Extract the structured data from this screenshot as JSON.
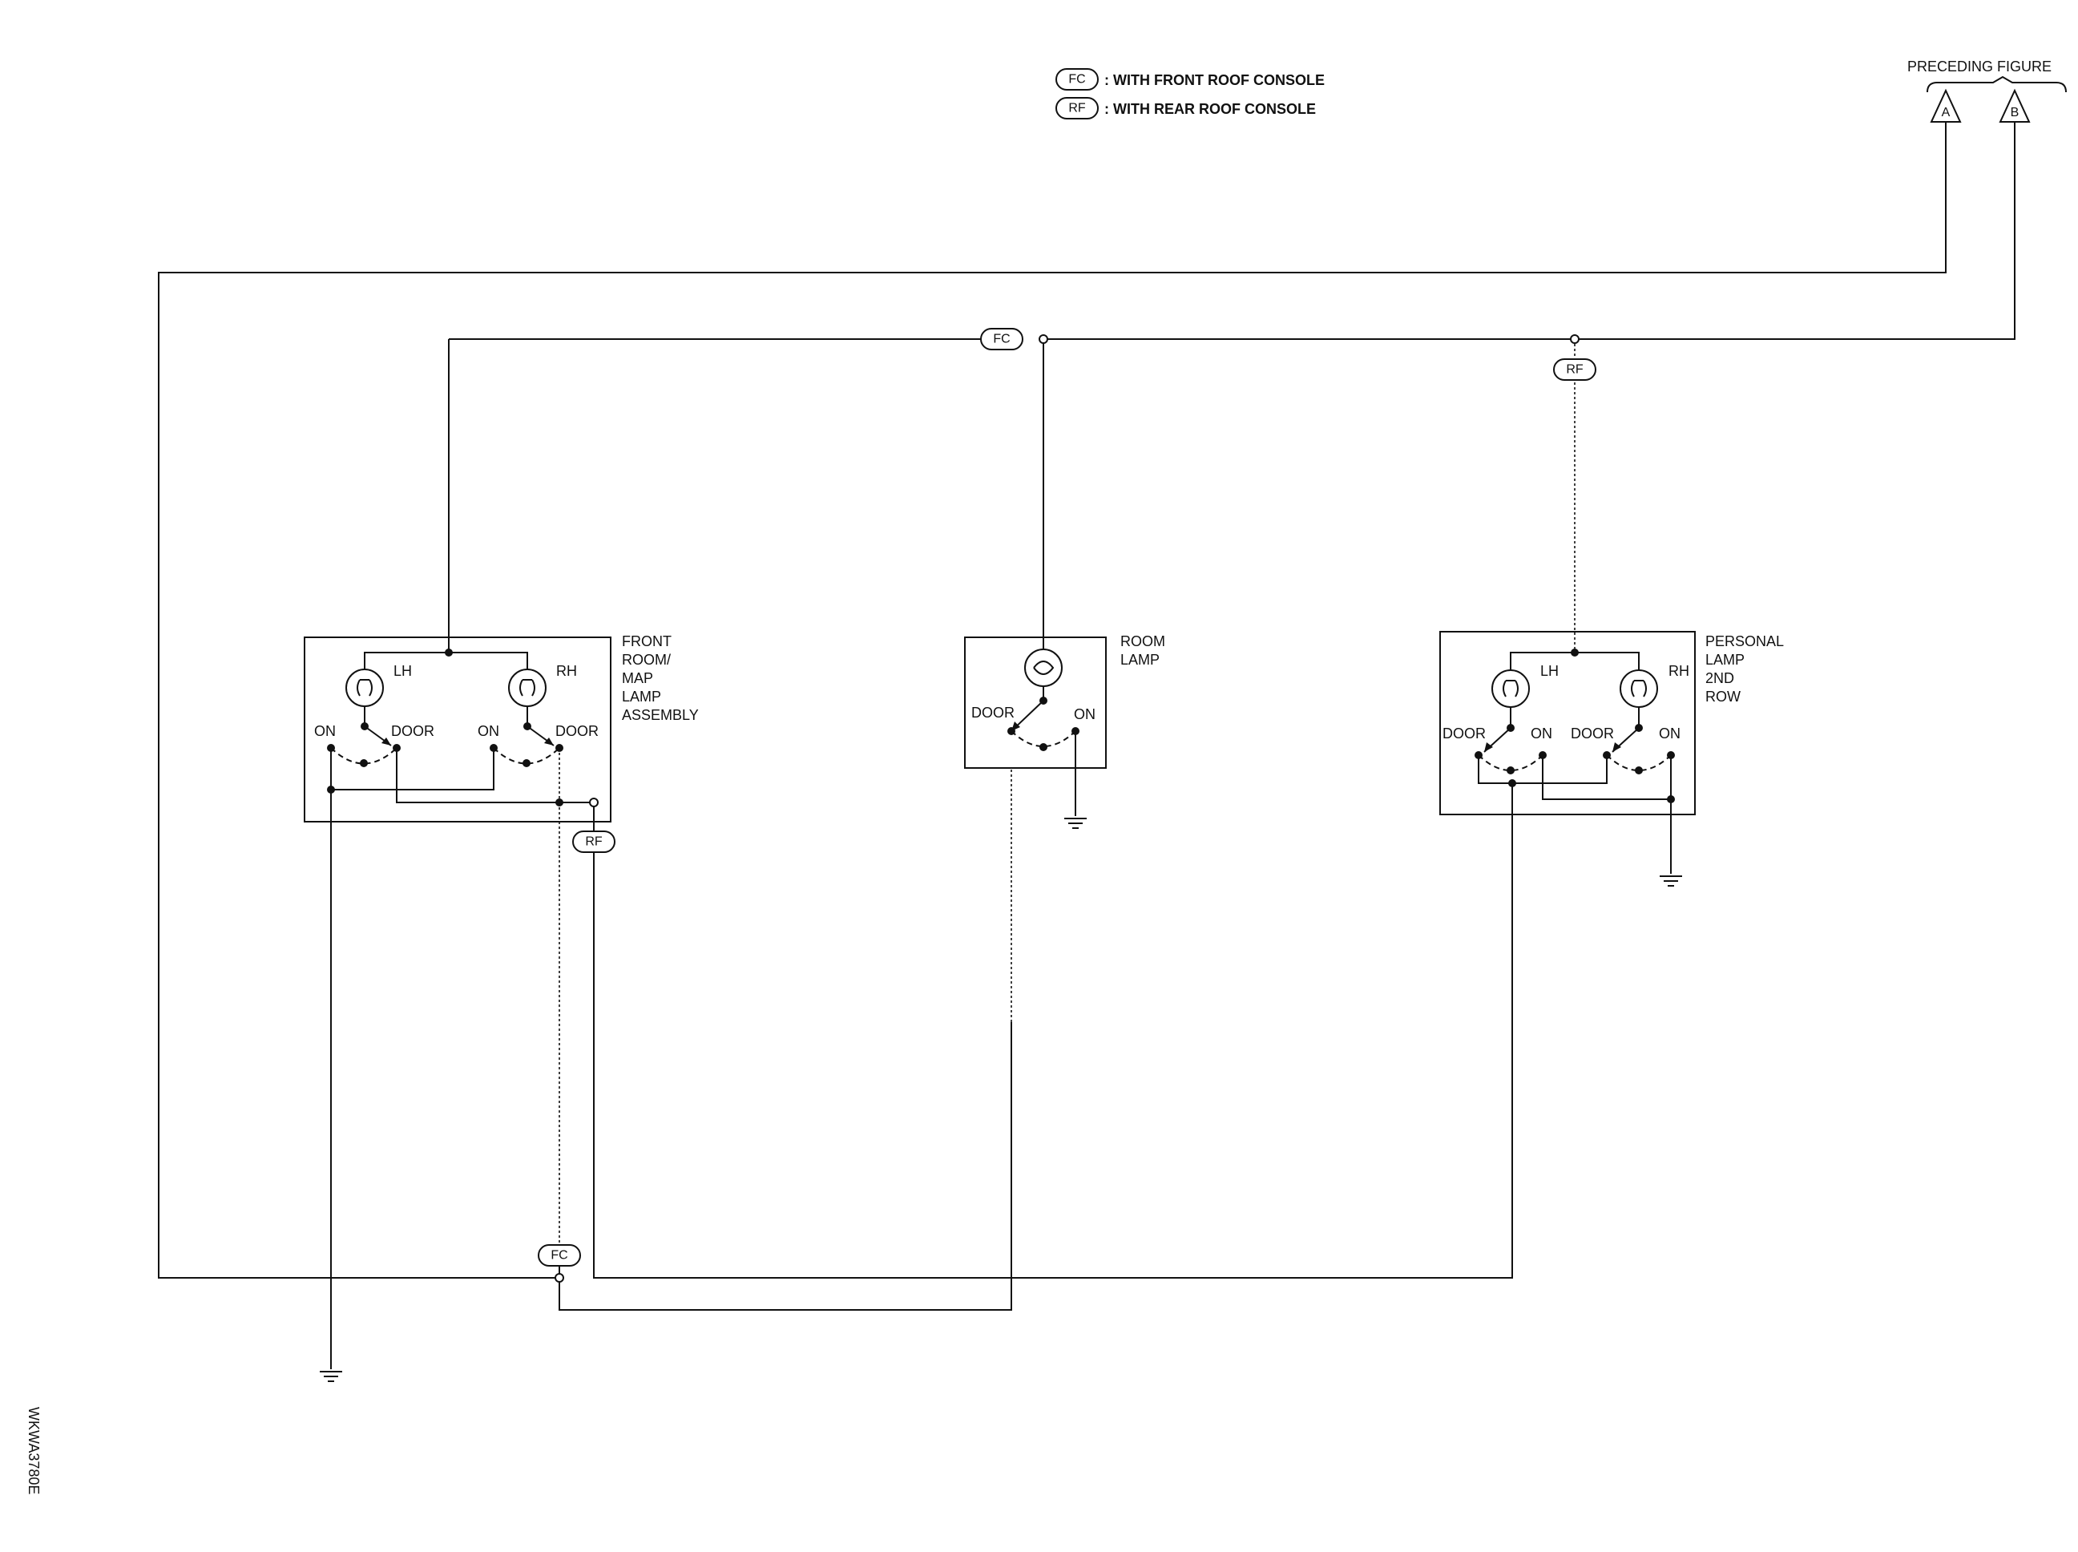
{
  "legend": {
    "fc_code": "FC",
    "fc_text": ": WITH FRONT ROOF CONSOLE",
    "rf_code": "RF",
    "rf_text": ": WITH REAR ROOF CONSOLE"
  },
  "preceding_figure": {
    "title": "PRECEDING FIGURE",
    "connector_a": "A",
    "connector_b": "B"
  },
  "front_map_lamp": {
    "name_lines": [
      "FRONT",
      "ROOM/",
      "MAP",
      "LAMP",
      "ASSEMBLY"
    ],
    "lh": "LH",
    "rh": "RH",
    "on": "ON",
    "door": "DOOR"
  },
  "room_lamp": {
    "name_lines": [
      "ROOM",
      "LAMP"
    ],
    "door": "DOOR",
    "on": "ON"
  },
  "personal_lamp": {
    "name_lines": [
      "PERSONAL",
      "LAMP",
      "2ND",
      "ROW"
    ],
    "lh": "LH",
    "rh": "RH",
    "door": "DOOR",
    "on": "ON"
  },
  "option_tags": {
    "fc": "FC",
    "rf": "RF"
  },
  "figure_code": "WKWA3780E"
}
